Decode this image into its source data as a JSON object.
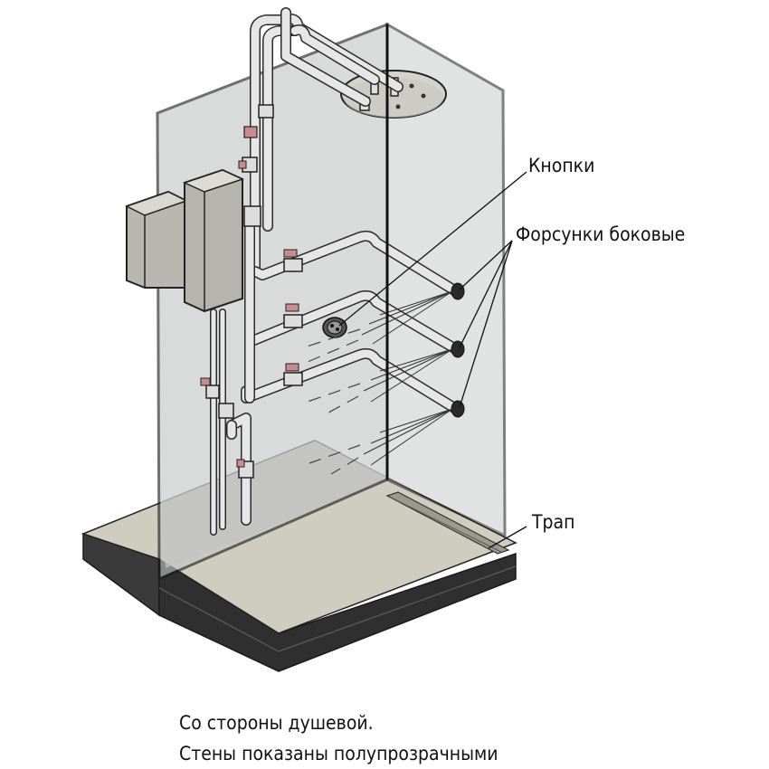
{
  "labels": {
    "buttons": "Кнопки",
    "side_nozzles": "Форсунки боковые",
    "drain": "Трап"
  },
  "caption": {
    "line1": "Со стороны душевой.",
    "line2": "Стены показаны полупрозрачными"
  },
  "colors": {
    "glass": "#c9cccc",
    "floor": "#cfcdbf",
    "base": "#3a3a3a",
    "pipe": "#e6e6e6",
    "cabinet": "#b8b8b0",
    "valve_handle": "#c98c8c"
  }
}
